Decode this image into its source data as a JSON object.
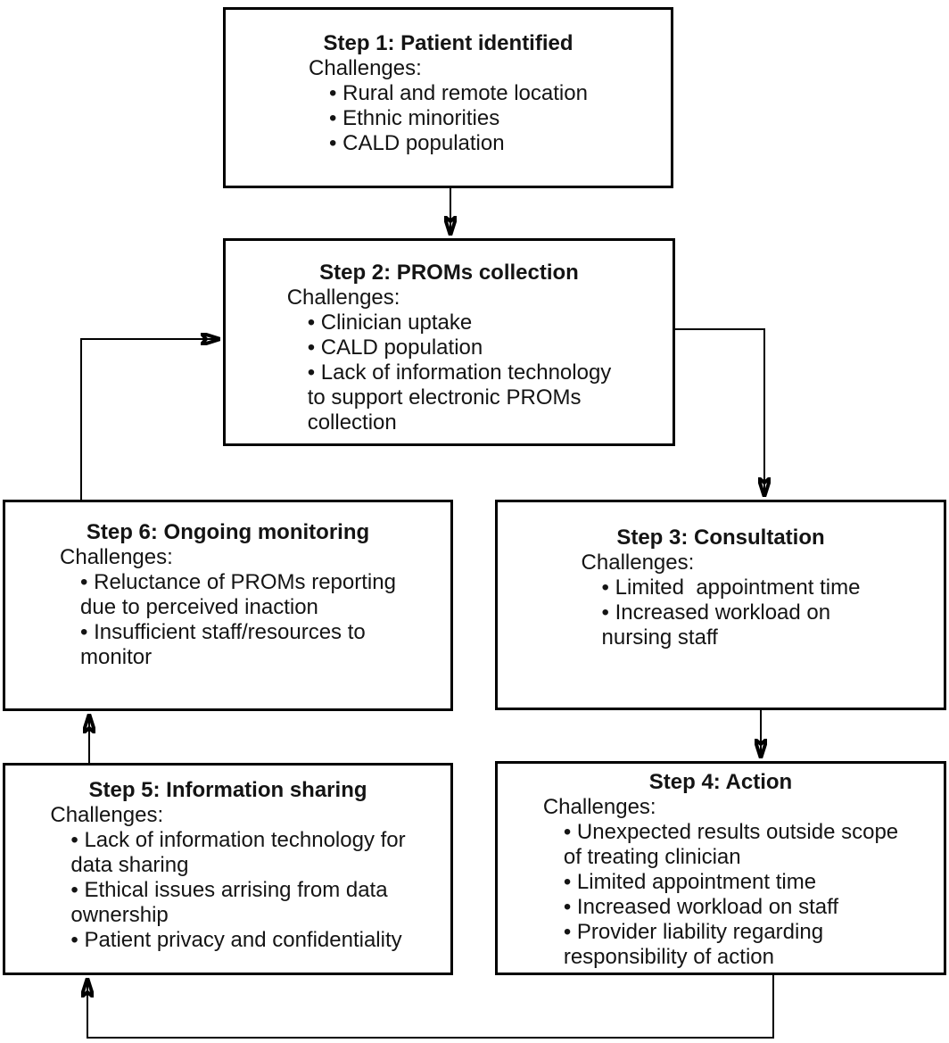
{
  "glyphs": {
    "bullet": "• "
  },
  "colors": {
    "background": "#ffffff",
    "box_border": "#000000",
    "arrow": "#000000",
    "text": "#141414"
  },
  "boxes": [
    {
      "id": "step-1",
      "title": "Step 1: Patient identified",
      "subtitle": "Challenges:",
      "bullets": [
        "Rural and remote location",
        "Ethnic minorities",
        "CALD population"
      ]
    },
    {
      "id": "step-2",
      "title": "Step 2: PROMs collection",
      "subtitle": "Challenges:",
      "bullets": [
        "Clinician uptake",
        "CALD population",
        "Lack of information technology\nto support electronic PROMs\ncollection"
      ]
    },
    {
      "id": "step-3",
      "title": "Step 3: Consultation",
      "subtitle": "Challenges:",
      "bullets": [
        "Limited  appointment time",
        "Increased workload on\nnursing staff"
      ]
    },
    {
      "id": "step-4",
      "title": "Step 4: Action",
      "subtitle": "Challenges:",
      "bullets": [
        "Unexpected results outside scope\nof treating clinician",
        "Limited appointment time",
        "Increased workload on staff",
        "Provider liability regarding\nresponsibility of action"
      ]
    },
    {
      "id": "step-5",
      "title": "Step 5: Information sharing",
      "subtitle": "Challenges:",
      "bullets": [
        "Lack of information technology for\ndata sharing",
        "Ethical issues arrising from data\nownership",
        "Patient privacy and confidentiality"
      ]
    },
    {
      "id": "step-6",
      "title": "Step 6: Ongoing monitoring",
      "subtitle": "Challenges:",
      "bullets": [
        "Reluctance of PROMs reporting\ndue to perceived inaction",
        "Insufficient staff/resources to\nmonitor"
      ]
    }
  ],
  "connectors": [
    {
      "from": "Step 1",
      "to": "Step 2"
    },
    {
      "from": "Step 2",
      "to": "Step 3"
    },
    {
      "from": "Step 3",
      "to": "Step 4"
    },
    {
      "from": "Step 4",
      "to": "Step 5"
    },
    {
      "from": "Step 5",
      "to": "Step 6"
    },
    {
      "from": "Step 6",
      "to": "Step 2"
    }
  ]
}
